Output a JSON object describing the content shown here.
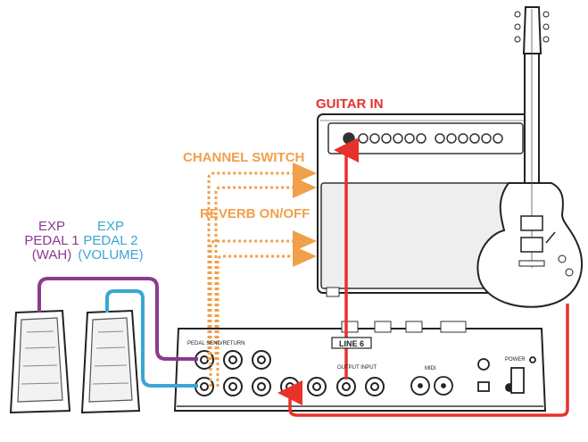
{
  "labels": {
    "guitar_in": "GUITAR IN",
    "channel_switch": "CHANNEL SWITCH",
    "reverb_onoff": "REVERB ON/OFF",
    "exp1": [
      "EXP",
      "PEDAL 1",
      "(WAH)"
    ],
    "exp2": [
      "EXP",
      "PEDAL 2",
      "(VOLUME)"
    ]
  },
  "device": {
    "brand": "LINE 6",
    "pedal_send_return": "PEDAL  SEND/RETURN",
    "output_input": "OUTPUT INPUT",
    "midi": "MIDI",
    "power": "POWER"
  },
  "colors": {
    "guitar_cable": "#e8312a",
    "exp1": "#8b3a8f",
    "exp2": "#3aa6d3",
    "switch": "#f0a04b"
  }
}
